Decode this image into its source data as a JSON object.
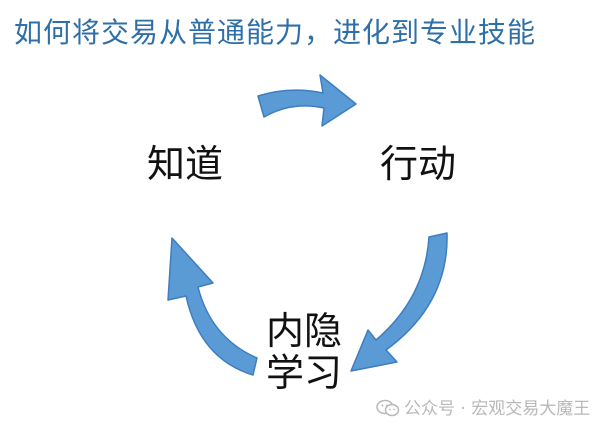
{
  "title": "如何将交易从普通能力，进化到专业技能",
  "diagram": {
    "nodes": {
      "know": "知道",
      "act": "行动",
      "inner_line1": "内隐",
      "inner_line2": "学习"
    }
  },
  "watermark": {
    "text": "公众号 · 宏观交易大魔王",
    "icon": "wechat-icon"
  },
  "colors": {
    "title": "#2f6fa8",
    "arrow_fill": "#5b9bd5",
    "arrow_stroke": "#3d7dc0",
    "node_text": "#111111",
    "watermark": "#b8b8b8"
  }
}
